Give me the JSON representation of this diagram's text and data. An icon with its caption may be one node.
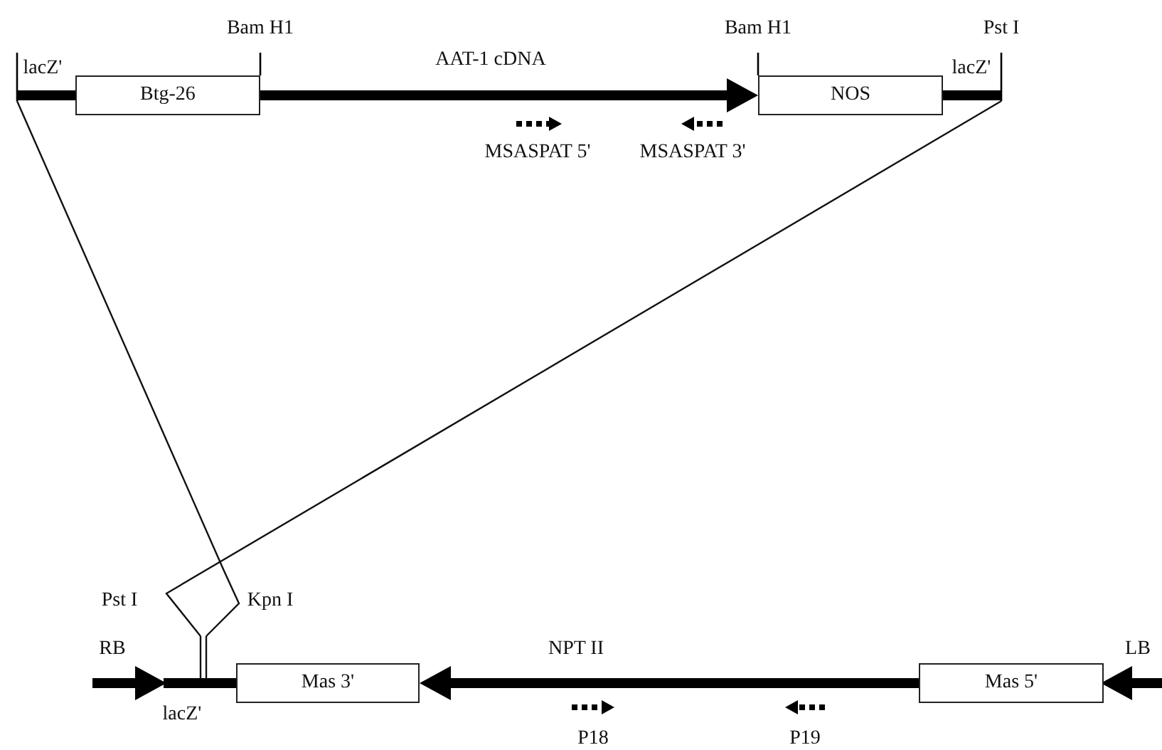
{
  "diagram": {
    "nodes": [
      {
        "text": [
          "Btg-26"
        ],
        "beside": [
          "Bam H1"
        ]
      },
      {
        "text": [
          "NOS"
        ],
        "beside": [
          "Bam H1"
        ]
      },
      {
        "text": [
          "Mas 3'"
        ],
        "beside": [
          "lacZ'"
        ]
      },
      {
        "text": [
          "Mas 5'"
        ]
      }
    ],
    "edges": [
      {
        "from": 0,
        "to": 1,
        "arrow": "to",
        "label": "AAT-1 cDNA"
      },
      {
        "from": 3,
        "to": 2,
        "arrow": "to",
        "label": "NPT II"
      }
    ],
    "labels": [
      "Pst I",
      "lacZ'",
      "lacZ'",
      "MSASPAT 5'",
      "MSASPAT 3'",
      "Pst I",
      "Kpn I",
      "RB",
      "LB",
      "P18",
      "P19"
    ]
  }
}
